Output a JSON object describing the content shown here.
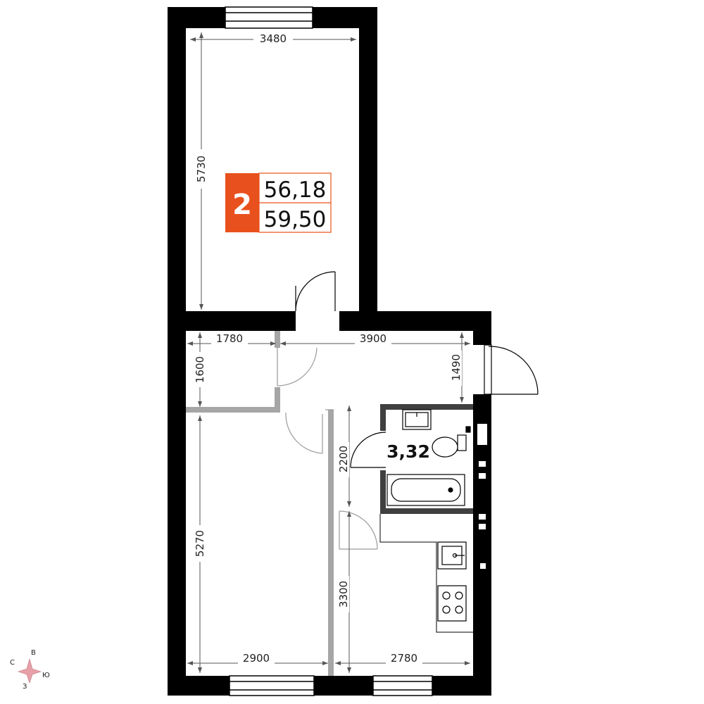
{
  "apartment": {
    "rooms_count": "2",
    "living_area": "56,18",
    "total_area": "59,50",
    "badge_color": "#e8511d"
  },
  "bathroom": {
    "area": "3,32"
  },
  "dimensions": {
    "top_room_width": "3480",
    "top_room_length": "5730",
    "hall_left_width": "1780",
    "hall_right_width": "3900",
    "closet_height": "1600",
    "entrance_height": "1490",
    "bathroom_height": "2200",
    "bottom_left_length": "5270",
    "kitchen_length": "3300",
    "bottom_left_width": "2900",
    "kitchen_width": "2780"
  },
  "compass": {
    "north": "С",
    "east": "В",
    "south": "Ю",
    "west": "З"
  },
  "colors": {
    "wall": "#000000",
    "partition": "#a6a6a6",
    "bath_wall": "#404040",
    "compass": "#e8a0a8"
  }
}
